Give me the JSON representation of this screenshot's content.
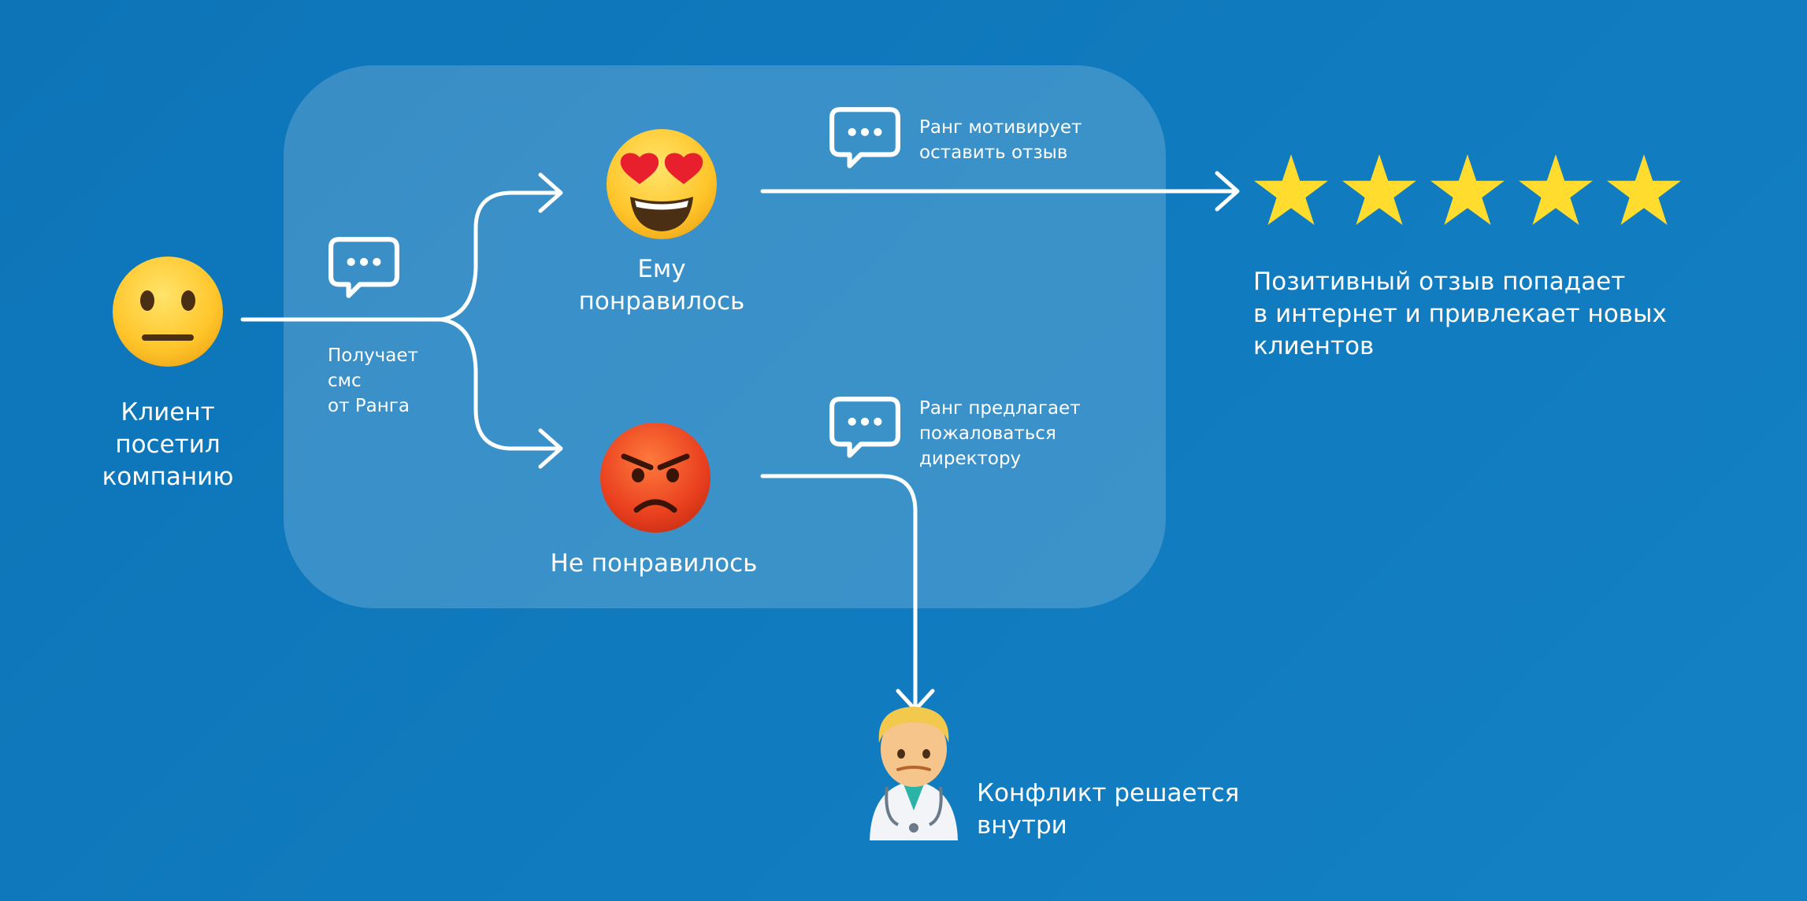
{
  "labels": {
    "client_visited": "Клиент\nпосетил\nкомпанию",
    "receives_sms": "Получает\nсмс\nот Ранга",
    "liked": "Ему\nпонравилось",
    "disliked": "Не понравилось",
    "motivates_review": "Ранг мотивирует\nоставить отзыв",
    "offers_complaint": "Ранг предлагает\nпожаловаться\nдиректору",
    "positive_review": "Позитивный отзыв попадает\nв интернет и привлекает новых\nклиентов",
    "conflict_resolved": "Конфликт решается\nвнутри"
  },
  "icons": {
    "neutral_face": "neutral-face",
    "heart_eyes_face": "heart-eyes-face",
    "angry_face": "angry-face",
    "doctor": "health-worker",
    "message": "chat-bubble-dots",
    "star": "star"
  },
  "rating": {
    "stars_filled": 5,
    "stars_total": 5
  },
  "colors": {
    "background": "#1079bd",
    "panel": "rgba(255,255,255,0.18)",
    "lines": "#ffffff",
    "star": "#ffdc2e",
    "emoji_yellow": "#ffc92e",
    "angry_red": "#e9401f"
  }
}
